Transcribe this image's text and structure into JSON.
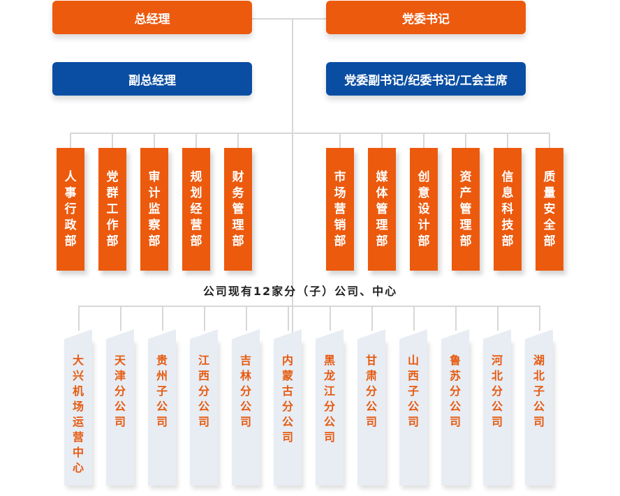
{
  "leadership": {
    "general_manager": "总经理",
    "party_secretary": "党委书记",
    "deputy_general_manager": "副总经理",
    "deputy_party_secretary": "党委副书记/纪委书记/工会主席"
  },
  "left_departments": [
    "人事行政部",
    "党群工作部",
    "审计监察部",
    "规划经营部",
    "财务管理部"
  ],
  "right_departments": [
    "市场营销部",
    "媒体管理部",
    "创意设计部",
    "资产管理部",
    "信息科技部",
    "质量安全部"
  ],
  "subsidiary_caption": "公司现有12家分（子）公司、中心",
  "branches": [
    "大兴机场运营中心",
    "天津分公司",
    "贵州子公司",
    "江西分公司",
    "吉林分公司",
    "内蒙古分公司",
    "黑龙江分公司",
    "甘肃分公司",
    "山西子公司",
    "鲁苏分公司",
    "河北分公司",
    "湖北子公司"
  ],
  "colors": {
    "orange": "#ec5a0e",
    "blue": "#0a4ea3",
    "branch_text": "#e65a0f",
    "branch_bg": "#e8ecf3",
    "connector": "#d7d7d7"
  }
}
